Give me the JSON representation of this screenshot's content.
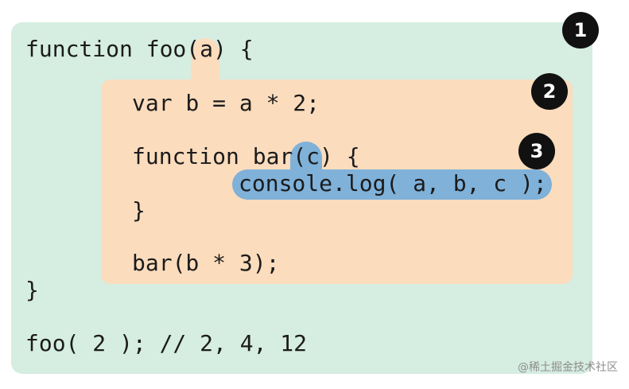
{
  "colors": {
    "scope1": "#d6ede1",
    "scope2": "#fbdcbd",
    "scope3": "#7fb1d9",
    "badge": "#111111",
    "badge_text": "#ffffff",
    "code_text": "#1b1b1b"
  },
  "code": {
    "line1": "function foo(a) {",
    "line2": "var b = a * 2;",
    "line3": "function bar(c) {",
    "line4": "console.log( a, b, c );",
    "line5": "}",
    "line6": "bar(b * 3);",
    "line7": "}",
    "line8": "foo( 2 ); // 2, 4, 12"
  },
  "badges": {
    "scope1": "1",
    "scope2": "2",
    "scope3": "3"
  },
  "watermark": "@稀土掘金技术社区"
}
